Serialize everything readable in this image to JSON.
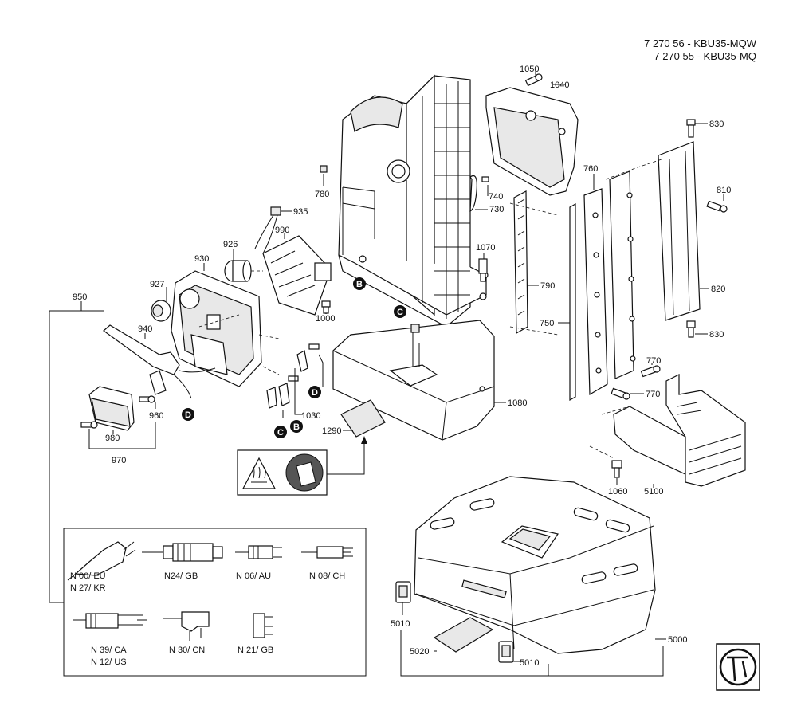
{
  "header": {
    "line1": "7 270 56 - KBU35-MQW",
    "line2": "7 270 55 - KBU35-MQ"
  },
  "parts": {
    "p1050": "1050",
    "p1040": "1040",
    "p830a": "830",
    "p830b": "830",
    "p810": "810",
    "p820": "820",
    "p760": "760",
    "p780": "780",
    "p740": "740",
    "p730": "730",
    "p935": "935",
    "p990": "990",
    "p926": "926",
    "p930": "930",
    "p927": "927",
    "p1070": "1070",
    "p790": "790",
    "p750": "750",
    "p770a": "770",
    "p770b": "770",
    "p950": "950",
    "p940": "940",
    "p1000": "1000",
    "p1030": "1030",
    "p960": "960",
    "p980": "980",
    "p970": "970",
    "p1080": "1080",
    "p1290": "1290",
    "p1060": "1060",
    "p5100": "5100",
    "p5010a": "5010",
    "p5010b": "5010",
    "p5020": "5020",
    "p5000": "5000"
  },
  "badges": {
    "b1": "B",
    "b2": "B",
    "c1": "C",
    "c2": "C",
    "d1": "D",
    "d2": "D"
  },
  "plugs": {
    "eu": "N 00/ EU",
    "kr": "N 27/ KR",
    "gb24": "N24/ GB",
    "au": "N 06/ AU",
    "ch": "N 08/ CH",
    "ca": "N 39/ CA",
    "us": "N 12/ US",
    "cn": "N 30/ CN",
    "gb21": "N 21/ GB"
  }
}
